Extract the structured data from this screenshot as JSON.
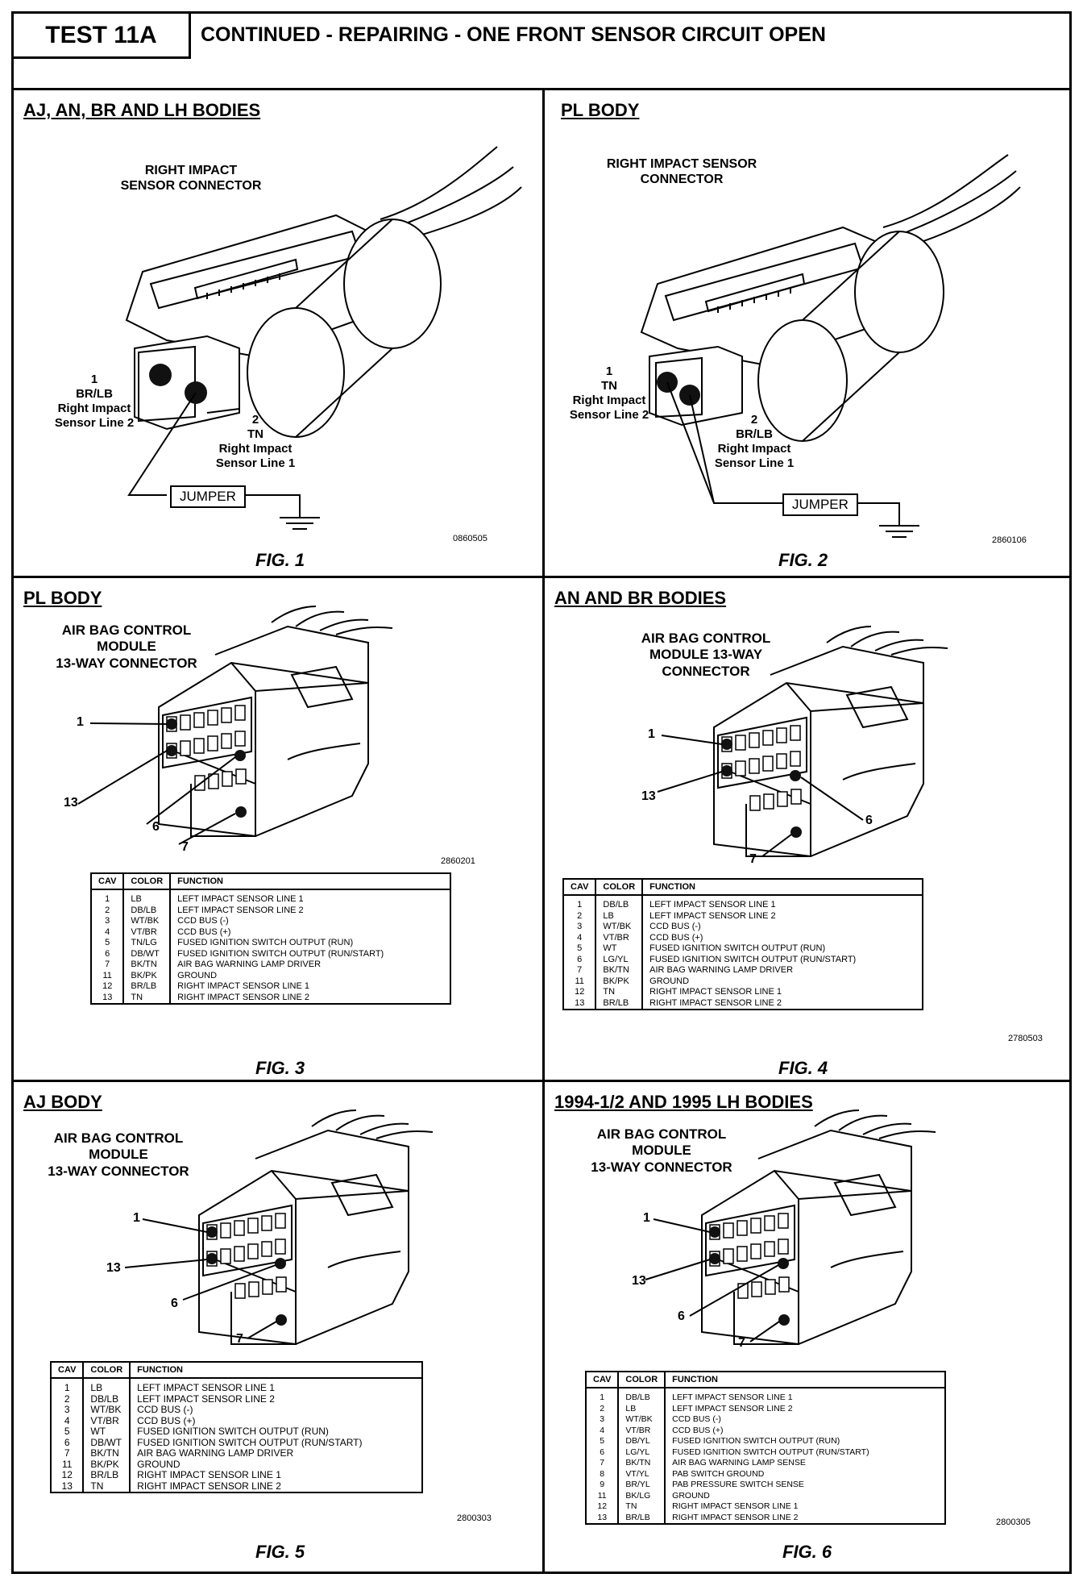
{
  "header": {
    "test_label": "TEST 11A",
    "title": "CONTINUED - REPAIRING - ONE FRONT SENSOR CIRCUIT OPEN"
  },
  "fig1": {
    "title": "AJ, AN, BR AND LH BODIES",
    "connector_label": "RIGHT IMPACT\nSENSOR CONNECTOR",
    "pin1": "1\nBR/LB\nRight Impact\nSensor Line 2",
    "pin2": "2\nTN\nRight Impact\nSensor Line 1",
    "jumper": "JUMPER",
    "code": "0860505",
    "fig": "FIG. 1"
  },
  "fig2": {
    "title": "PL BODY",
    "connector_label": "RIGHT IMPACT SENSOR\nCONNECTOR",
    "pin1": "1\nTN\nRight Impact\nSensor Line 2",
    "pin2": "2\nBR/LB\nRight Impact\nSensor Line 1",
    "jumper": "JUMPER",
    "code": "2860106",
    "fig": "FIG. 2"
  },
  "fig3": {
    "title": "PL BODY",
    "connector_label": "AIR BAG CONTROL\nMODULE\n13-WAY CONNECTOR",
    "pins": [
      "1",
      "13",
      "6",
      "7"
    ],
    "code": "2860201",
    "fig": "FIG. 3",
    "headers": [
      "CAV",
      "COLOR",
      "FUNCTION"
    ],
    "rows": [
      [
        "1",
        "LB",
        "LEFT IMPACT SENSOR LINE 1"
      ],
      [
        "2",
        "DB/LB",
        "LEFT IMPACT SENSOR LINE 2"
      ],
      [
        "3",
        "WT/BK",
        "CCD BUS (-)"
      ],
      [
        "4",
        "VT/BR",
        "CCD BUS (+)"
      ],
      [
        "5",
        "TN/LG",
        "FUSED IGNITION SWITCH OUTPUT (RUN)"
      ],
      [
        "6",
        "DB/WT",
        "FUSED IGNITION SWITCH OUTPUT (RUN/START)"
      ],
      [
        "7",
        "BK/TN",
        "AIR BAG WARNING LAMP DRIVER"
      ],
      [
        "11",
        "BK/PK",
        "GROUND"
      ],
      [
        "12",
        "BR/LB",
        "RIGHT IMPACT SENSOR LINE 1"
      ],
      [
        "13",
        "TN",
        "RIGHT IMPACT SENSOR LINE 2"
      ]
    ]
  },
  "fig4": {
    "title": "AN AND BR BODIES",
    "connector_label": "AIR BAG CONTROL\nMODULE 13-WAY\nCONNECTOR",
    "pins": [
      "1",
      "13",
      "6",
      "7"
    ],
    "code": "2780503",
    "fig": "FIG. 4",
    "headers": [
      "CAV",
      "COLOR",
      "FUNCTION"
    ],
    "rows": [
      [
        "1",
        "DB/LB",
        "LEFT IMPACT SENSOR LINE 1"
      ],
      [
        "2",
        "LB",
        "LEFT IMPACT SENSOR LINE 2"
      ],
      [
        "3",
        "WT/BK",
        "CCD BUS (-)"
      ],
      [
        "4",
        "VT/BR",
        "CCD BUS (+)"
      ],
      [
        "5",
        "WT",
        "FUSED IGNITION SWITCH OUTPUT (RUN)"
      ],
      [
        "6",
        "LG/YL",
        "FUSED IGNITION SWITCH OUTPUT (RUN/START)"
      ],
      [
        "7",
        "BK/TN",
        "AIR BAG WARNING LAMP DRIVER"
      ],
      [
        "11",
        "BK/PK",
        "GROUND"
      ],
      [
        "12",
        "TN",
        "RIGHT IMPACT SENSOR LINE 1"
      ],
      [
        "13",
        "BR/LB",
        "RIGHT IMPACT SENSOR LINE 2"
      ]
    ]
  },
  "fig5": {
    "title": "AJ BODY",
    "connector_label": "AIR BAG CONTROL\nMODULE\n13-WAY CONNECTOR",
    "pins": [
      "1",
      "13",
      "6",
      "7"
    ],
    "code": "2800303",
    "fig": "FIG. 5",
    "headers": [
      "CAV",
      "COLOR",
      "FUNCTION"
    ],
    "rows": [
      [
        "1",
        "LB",
        "LEFT IMPACT SENSOR LINE 1"
      ],
      [
        "2",
        "DB/LB",
        "LEFT IMPACT SENSOR LINE 2"
      ],
      [
        "3",
        "WT/BK",
        "CCD BUS (-)"
      ],
      [
        "4",
        "VT/BR",
        "CCD BUS (+)"
      ],
      [
        "5",
        "WT",
        "FUSED IGNITION SWITCH OUTPUT (RUN)"
      ],
      [
        "6",
        "DB/WT",
        "FUSED IGNITION SWITCH OUTPUT (RUN/START)"
      ],
      [
        "7",
        "BK/TN",
        "AIR BAG WARNING LAMP DRIVER"
      ],
      [
        "11",
        "BK/PK",
        "GROUND"
      ],
      [
        "12",
        "BR/LB",
        "RIGHT IMPACT SENSOR LINE 1"
      ],
      [
        "13",
        "TN",
        "RIGHT IMPACT SENSOR LINE 2"
      ]
    ]
  },
  "fig6": {
    "title": "1994-1/2 AND 1995 LH BODIES",
    "connector_label": "AIR BAG CONTROL\nMODULE\n13-WAY CONNECTOR",
    "pins": [
      "1",
      "13",
      "6",
      "7"
    ],
    "code": "2800305",
    "fig": "FIG. 6",
    "headers": [
      "CAV",
      "COLOR",
      "FUNCTION"
    ],
    "rows": [
      [
        "1",
        "DB/LB",
        "LEFT IMPACT SENSOR LINE 1"
      ],
      [
        "2",
        "LB",
        "LEFT IMPACT SENSOR LINE 2"
      ],
      [
        "3",
        "WT/BK",
        "CCD BUS (-)"
      ],
      [
        "4",
        "VT/BR",
        "CCD BUS (+)"
      ],
      [
        "5",
        "DB/YL",
        "FUSED IGNITION SWITCH OUTPUT (RUN)"
      ],
      [
        "6",
        "LG/YL",
        "FUSED IGNITION SWITCH OUTPUT (RUN/START)"
      ],
      [
        "7",
        "BK/TN",
        "AIR BAG WARNING LAMP SENSE"
      ],
      [
        "8",
        "VT/YL",
        "PAB SWITCH GROUND"
      ],
      [
        "9",
        "BR/YL",
        "PAB PRESSURE SWITCH SENSE"
      ],
      [
        "11",
        "BK/LG",
        "GROUND"
      ],
      [
        "12",
        "TN",
        "RIGHT IMPACT SENSOR LINE 1"
      ],
      [
        "13",
        "BR/LB",
        "RIGHT IMPACT SENSOR LINE 2"
      ]
    ]
  }
}
